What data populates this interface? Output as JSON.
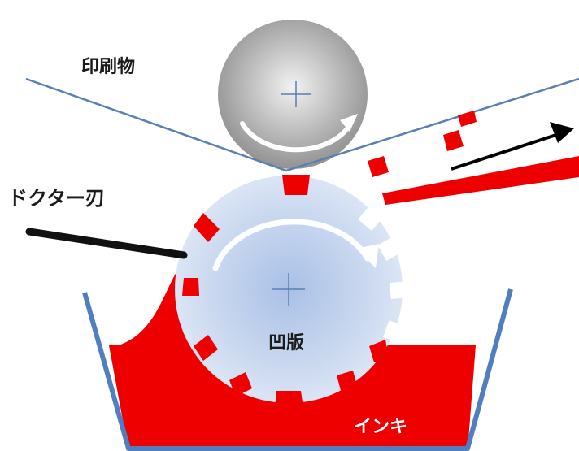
{
  "labels": {
    "printed_matter": "印刷物",
    "doctor_blade": "ドクター刃",
    "gravure_plate": "凹版",
    "ink": "インキ"
  },
  "colors": {
    "ink_red": "#ee0000",
    "substrate_line": "#5b7fb5",
    "tray_outline": "#4f7fc0",
    "plate_cylinder": "#c7d6ee",
    "impression_roller": "#a8a8a8",
    "blade": "#111111",
    "arrow": "#000000"
  },
  "icons": {
    "impression_rotation": "curved-arrow-clockwise-icon",
    "plate_rotation": "curved-arrow-clockwise-icon",
    "direction": "arrow-right-up-icon",
    "roller_center": "crosshair-icon",
    "plate_center": "crosshair-icon"
  }
}
